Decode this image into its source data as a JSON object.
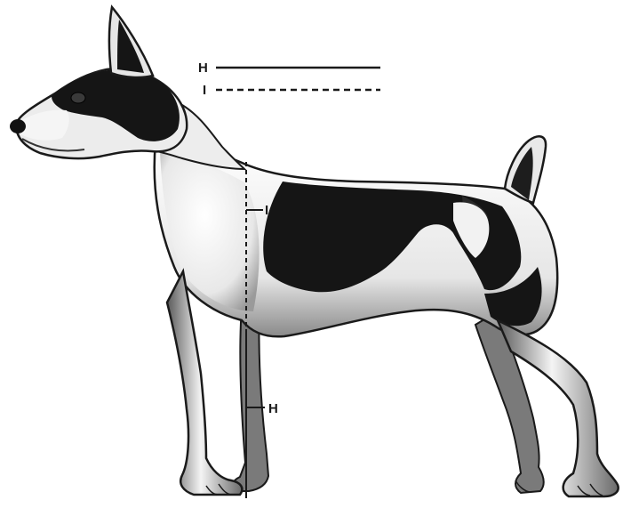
{
  "diagram": {
    "legend": [
      {
        "letter": "H",
        "line_style": "solid"
      },
      {
        "letter": "I",
        "line_style": "dashed"
      }
    ],
    "markers": [
      {
        "letter": "I",
        "line_style": "dashed"
      },
      {
        "letter": "H",
        "line_style": "solid"
      }
    ]
  },
  "colors": {
    "ink": "#1a1a1a",
    "coat_black": "#151515",
    "coat_white": "#f2f2f2",
    "shading": "#9a9a9a"
  }
}
